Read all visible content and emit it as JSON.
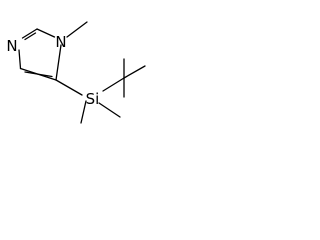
{
  "molecule": {
    "atoms": {
      "n1": "N",
      "n3": "N",
      "si": "Si"
    },
    "substituents": [
      "methyl",
      "methyl",
      "methyl",
      "tert-butyl"
    ]
  },
  "colors": {
    "bond": "#000000",
    "label": "#000000",
    "background": "#ffffff"
  }
}
